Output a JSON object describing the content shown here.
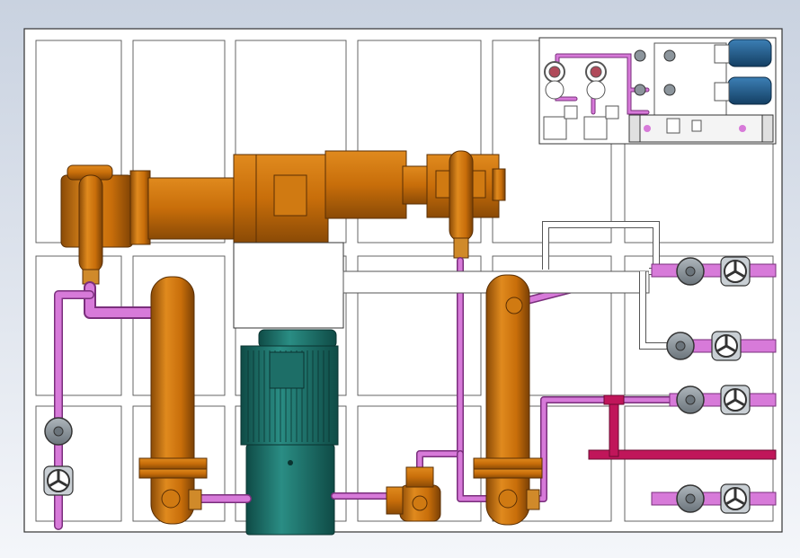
{
  "view": {
    "background_top": "#c9d2e0",
    "background_bottom": "#f4f6fa",
    "skid_fill": "#ffffff",
    "frame_stroke": "#333333"
  },
  "palette": {
    "equipment_orange": "#c86e0a",
    "equipment_orange_dark": "#8a4a06",
    "motor_teal": "#1f7a72",
    "motor_teal_dark": "#0f4b46",
    "pipe_violet": "#d77ad9",
    "pipe_violet_dark": "#7a2f7c",
    "pipe_red": "#c0165a",
    "pipe_white": "#ffffff",
    "valve_grey": "#8c959c",
    "tank_blue": "#1e5a8a"
  },
  "components": [
    {
      "id": "compressor-frame",
      "kind": "compressor"
    },
    {
      "id": "drive-motor",
      "kind": "motor"
    },
    {
      "id": "separator-left",
      "kind": "vessel"
    },
    {
      "id": "separator-right",
      "kind": "vessel"
    },
    {
      "id": "lube-pump",
      "kind": "pump"
    },
    {
      "id": "control-panel",
      "kind": "panel"
    },
    {
      "id": "cooler",
      "kind": "heat-exchanger"
    }
  ],
  "valves": [
    {
      "id": "valve-left-1",
      "type": "gate"
    },
    {
      "id": "valve-left-2",
      "type": "ball"
    },
    {
      "id": "valve-right-1",
      "type": "gate"
    },
    {
      "id": "valve-right-2",
      "type": "ball"
    },
    {
      "id": "valve-right-3",
      "type": "gate"
    },
    {
      "id": "valve-right-4",
      "type": "ball"
    },
    {
      "id": "valve-right-5",
      "type": "gate"
    },
    {
      "id": "valve-right-6",
      "type": "ball"
    },
    {
      "id": "valve-right-7",
      "type": "gate"
    },
    {
      "id": "valve-right-8",
      "type": "ball"
    }
  ]
}
